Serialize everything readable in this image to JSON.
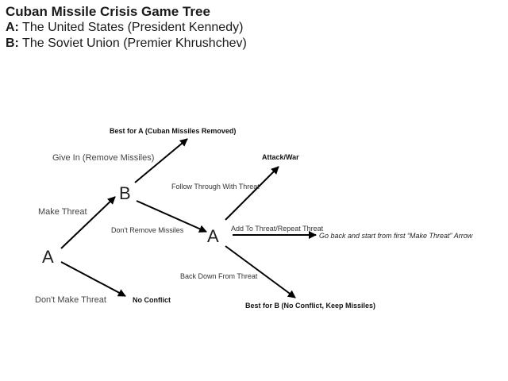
{
  "header": {
    "title": "Cuban Missile Crisis Game Tree",
    "player_a_key": "A:",
    "player_a_desc": "The United States (President Kennedy)",
    "player_b_key": "B:",
    "player_b_desc": "The Soviet Union (Premier Khrushchev)"
  },
  "nodes": {
    "root": "A",
    "b": "B",
    "a2": "A"
  },
  "edges": {
    "make_threat": "Make Threat",
    "dont_make_threat": "Don't Make Threat",
    "give_in": "Give In (Remove Missiles)",
    "dont_remove": "Don't Remove Missiles",
    "follow_through": "Follow Through With Threat",
    "add_threat": "Add To Threat/Repeat Threat",
    "back_down": "Back Down From Threat"
  },
  "outcomes": {
    "no_conflict": "No Conflict",
    "best_for_a": "Best for A (Cuban Missiles Removed)",
    "attack_war": "Attack/War",
    "best_for_b": "Best for B (No Conflict, Keep Missiles)",
    "go_back": "Go back and start from first “Make Threat” Arrow"
  },
  "colors": {
    "line": "#000000",
    "text": "#1a1a1a"
  }
}
